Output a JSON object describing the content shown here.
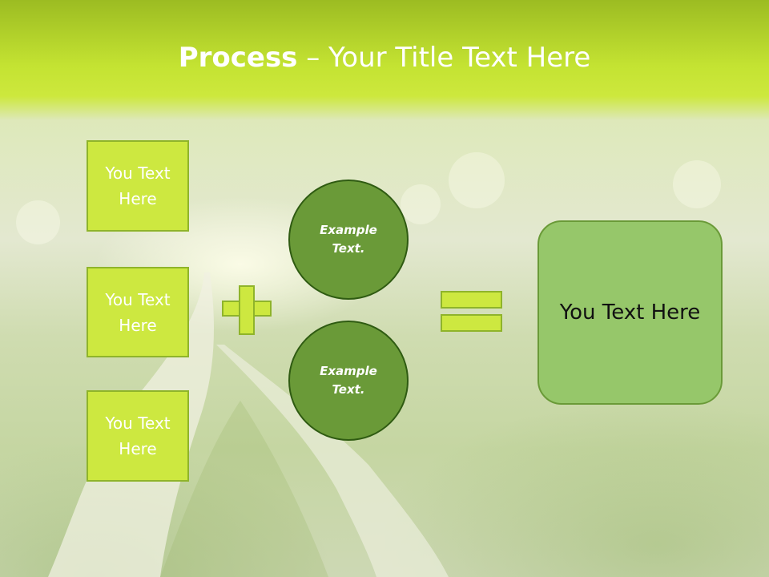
{
  "title": {
    "bold": "Process",
    "rest": " – Your Title Text Here"
  },
  "left_boxes": [
    {
      "text": "You Text Here"
    },
    {
      "text": "You Text Here"
    },
    {
      "text": "You Text Here"
    }
  ],
  "circles": [
    {
      "text": "Example Text."
    },
    {
      "text": "Example Text."
    }
  ],
  "result_box": {
    "text": "You Text Here"
  },
  "icons": {
    "operator_1": "plus-icon",
    "operator_2": "equals-icon"
  },
  "colors": {
    "header": "#c4e332",
    "box_fill": "#cde840",
    "circle_fill": "#6a9a38",
    "result_fill": "#96c76a"
  }
}
